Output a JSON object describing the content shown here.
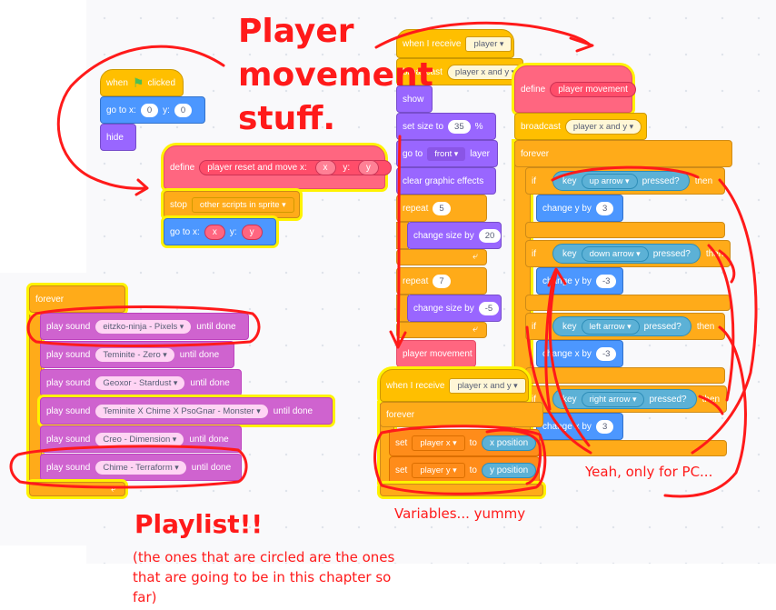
{
  "annotations": {
    "title1": "Player",
    "title2": "movement",
    "title3": "stuff.",
    "playlist": "Playlist!!",
    "playlist_note1": "(the ones that are circled are the ones",
    "playlist_note2": "that are going to be in this chapter so",
    "playlist_note3": "far)",
    "variables_note": "Variables... yummy",
    "pc_note": "Yeah, only for PC..."
  },
  "flag_script": {
    "when": "when",
    "clicked": "clicked",
    "goto_label": "go to x:",
    "goto_x": "0",
    "goto_y_label": "y:",
    "goto_y": "0",
    "hide": "hide"
  },
  "reset_script": {
    "define": "define",
    "block_name": "player reset and move x:",
    "param_x": "x",
    "param_y_label": "y:",
    "param_y": "y",
    "stop": "stop",
    "stop_option": "other scripts in sprite",
    "goto_label": "go to x:",
    "goto_x": "x",
    "goto_y_label": "y:",
    "goto_y": "y"
  },
  "receive_script": {
    "when_receive": "when I receive",
    "message": "player",
    "broadcast": "broadcast",
    "broadcast_msg": "player x and y",
    "show": "show",
    "set_size": "set size to",
    "size_value": "35",
    "percent": "%",
    "goto": "go to",
    "layer_option": "front",
    "layer": "layer",
    "clear_effects": "clear graphic effects",
    "repeat": "repeat",
    "repeat1": "5",
    "change_size": "change size by",
    "change1": "20",
    "repeat2": "7",
    "change2": "-5",
    "call": "player movement"
  },
  "movement_script": {
    "define": "define",
    "block_name": "player movement",
    "broadcast": "broadcast",
    "broadcast_msg": "player x and y",
    "forever": "forever",
    "if": "if",
    "key": "key",
    "pressed": "pressed?",
    "then": "then",
    "keys": [
      {
        "key": "up arrow",
        "action": "change y by",
        "value": "3"
      },
      {
        "key": "down arrow",
        "action": "change y by",
        "value": "-3"
      },
      {
        "key": "left arrow",
        "action": "change x by",
        "value": "-3"
      },
      {
        "key": "right arrow",
        "action": "change x by",
        "value": "3"
      }
    ]
  },
  "vars_script": {
    "when_receive": "when I receive",
    "message": "player x and y",
    "forever": "forever",
    "set": "set",
    "to": "to",
    "var1": "player x",
    "rep1": "x position",
    "var2": "player y",
    "rep2": "y position"
  },
  "playlist_script": {
    "forever": "forever",
    "play": "play sound",
    "until": "until done",
    "sounds": [
      "eitzko-ninja - Pixels",
      "Teminite - Zero",
      "Geoxor - Stardust",
      "Teminite X Chime X PsoGnar - Monster",
      "Creo - Dimension",
      "Chime - Terraform"
    ]
  },
  "colors": {
    "events": "#ffbf00",
    "motion": "#4c97ff",
    "looks": "#9966ff",
    "control": "#ffab19",
    "sound": "#cf63cf",
    "my_blocks": "#ff6680",
    "variables": "#ff8c1a",
    "sensing": "#5cb1d6",
    "ink": "#ff1a1a"
  }
}
